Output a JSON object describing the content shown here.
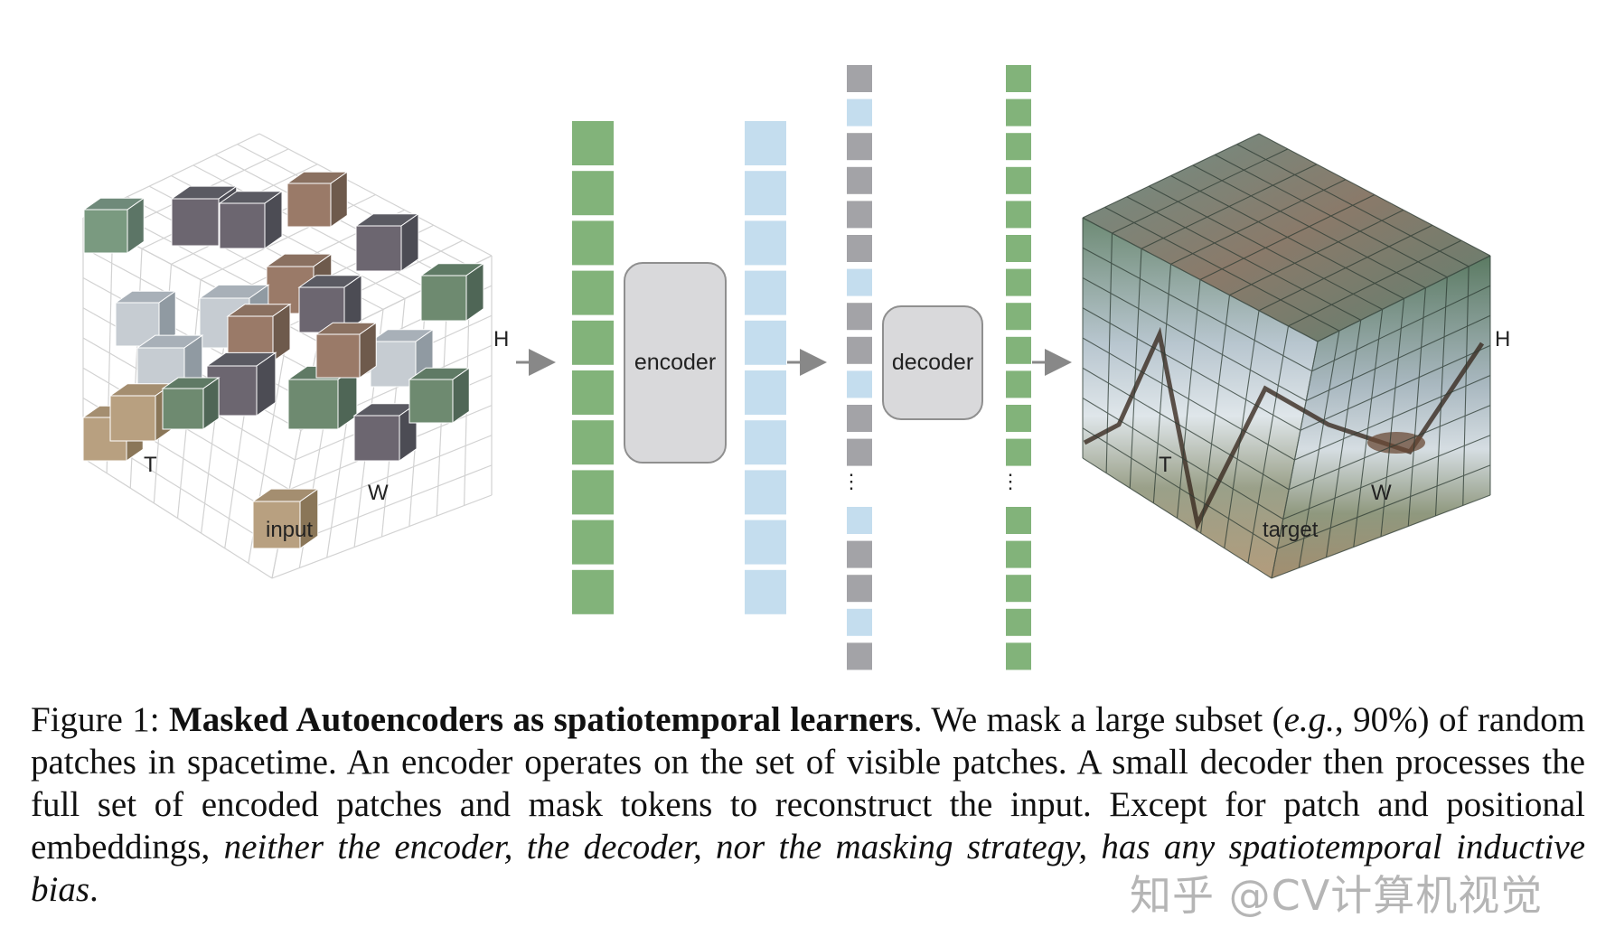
{
  "diagram": {
    "input_label": "input",
    "target_label": "target",
    "encoder_label": "encoder",
    "decoder_label": "decoder",
    "axis_h": "H",
    "axis_t": "T",
    "axis_w": "W",
    "ellipsis": "⋮",
    "colors": {
      "visible_token": "#82b37a",
      "encoded_token": "#c4ddee",
      "mask_token": "#a3a3a7",
      "block": "#d9d9db",
      "arrow": "#888888",
      "grid": "#cfcfcf"
    }
  },
  "caption": {
    "figure_num": "Figure 1:",
    "title": "Masked Autoencoders as spatiotemporal learners",
    "s1": ". We mask a large subset (",
    "eg": "e.g.",
    "s2": ", 90%) of random patches in spacetime. An encoder operates on the set of visible patches. A small decoder then processes the full set of encoded patches and mask tokens to reconstruct the input. Except for patch and positional embeddings, ",
    "italic_end": "neither the encoder, the decoder, nor the masking strategy, has any spatiotemporal inductive bias",
    "end": "."
  },
  "watermark": "知乎 @CV计算机视觉"
}
